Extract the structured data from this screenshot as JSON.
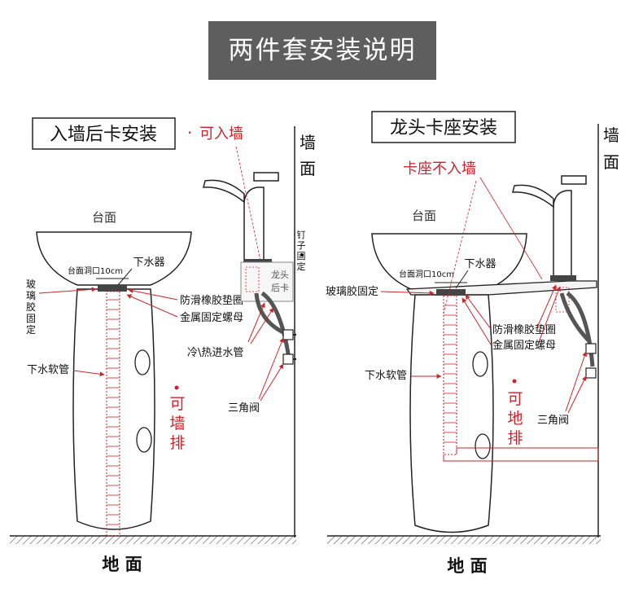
{
  "title": "两件套安装说明",
  "left": {
    "heading": "入墙后卡安装",
    "note_bullet": "·",
    "note_text": "可入墙",
    "wall_label": [
      "墙",
      "面"
    ],
    "countertop": "台面",
    "drain": "下水器",
    "hole_label": "台面洞口10cm",
    "glass_glue": [
      "玻",
      "璃",
      "胶",
      "固",
      "定"
    ],
    "gasket": "防滑橡胶垫圈",
    "nut": "金属固定螺母",
    "nail_fix": [
      "钉",
      "子",
      "固",
      "定"
    ],
    "faucet_back": [
      "龙头",
      "后卡"
    ],
    "supply_pipe": "冷\\热进水管",
    "angle_valve": "三角阀",
    "drain_hose": "下水软管",
    "wall_drain": [
      "可",
      "墙",
      "排"
    ],
    "floor": "地 面"
  },
  "right": {
    "heading": "龙头卡座安装",
    "no_wall": "卡座不入墙",
    "wall_label": [
      "墙",
      "面"
    ],
    "countertop": "台面",
    "drain": "下水器",
    "hole_label": "台面洞口10cm",
    "glass_glue": "玻璃胶固定",
    "gasket": "防滑橡胶垫圈",
    "nut": "金属固定螺母",
    "angle_valve": "三角阀",
    "drain_hose": "下水软管",
    "wall_drain": [
      "可",
      "地",
      "排"
    ],
    "floor": "地 面"
  },
  "colors": {
    "accent_red": "#c8262b",
    "line": "#222222",
    "title_bg": "#5e5e5e"
  }
}
